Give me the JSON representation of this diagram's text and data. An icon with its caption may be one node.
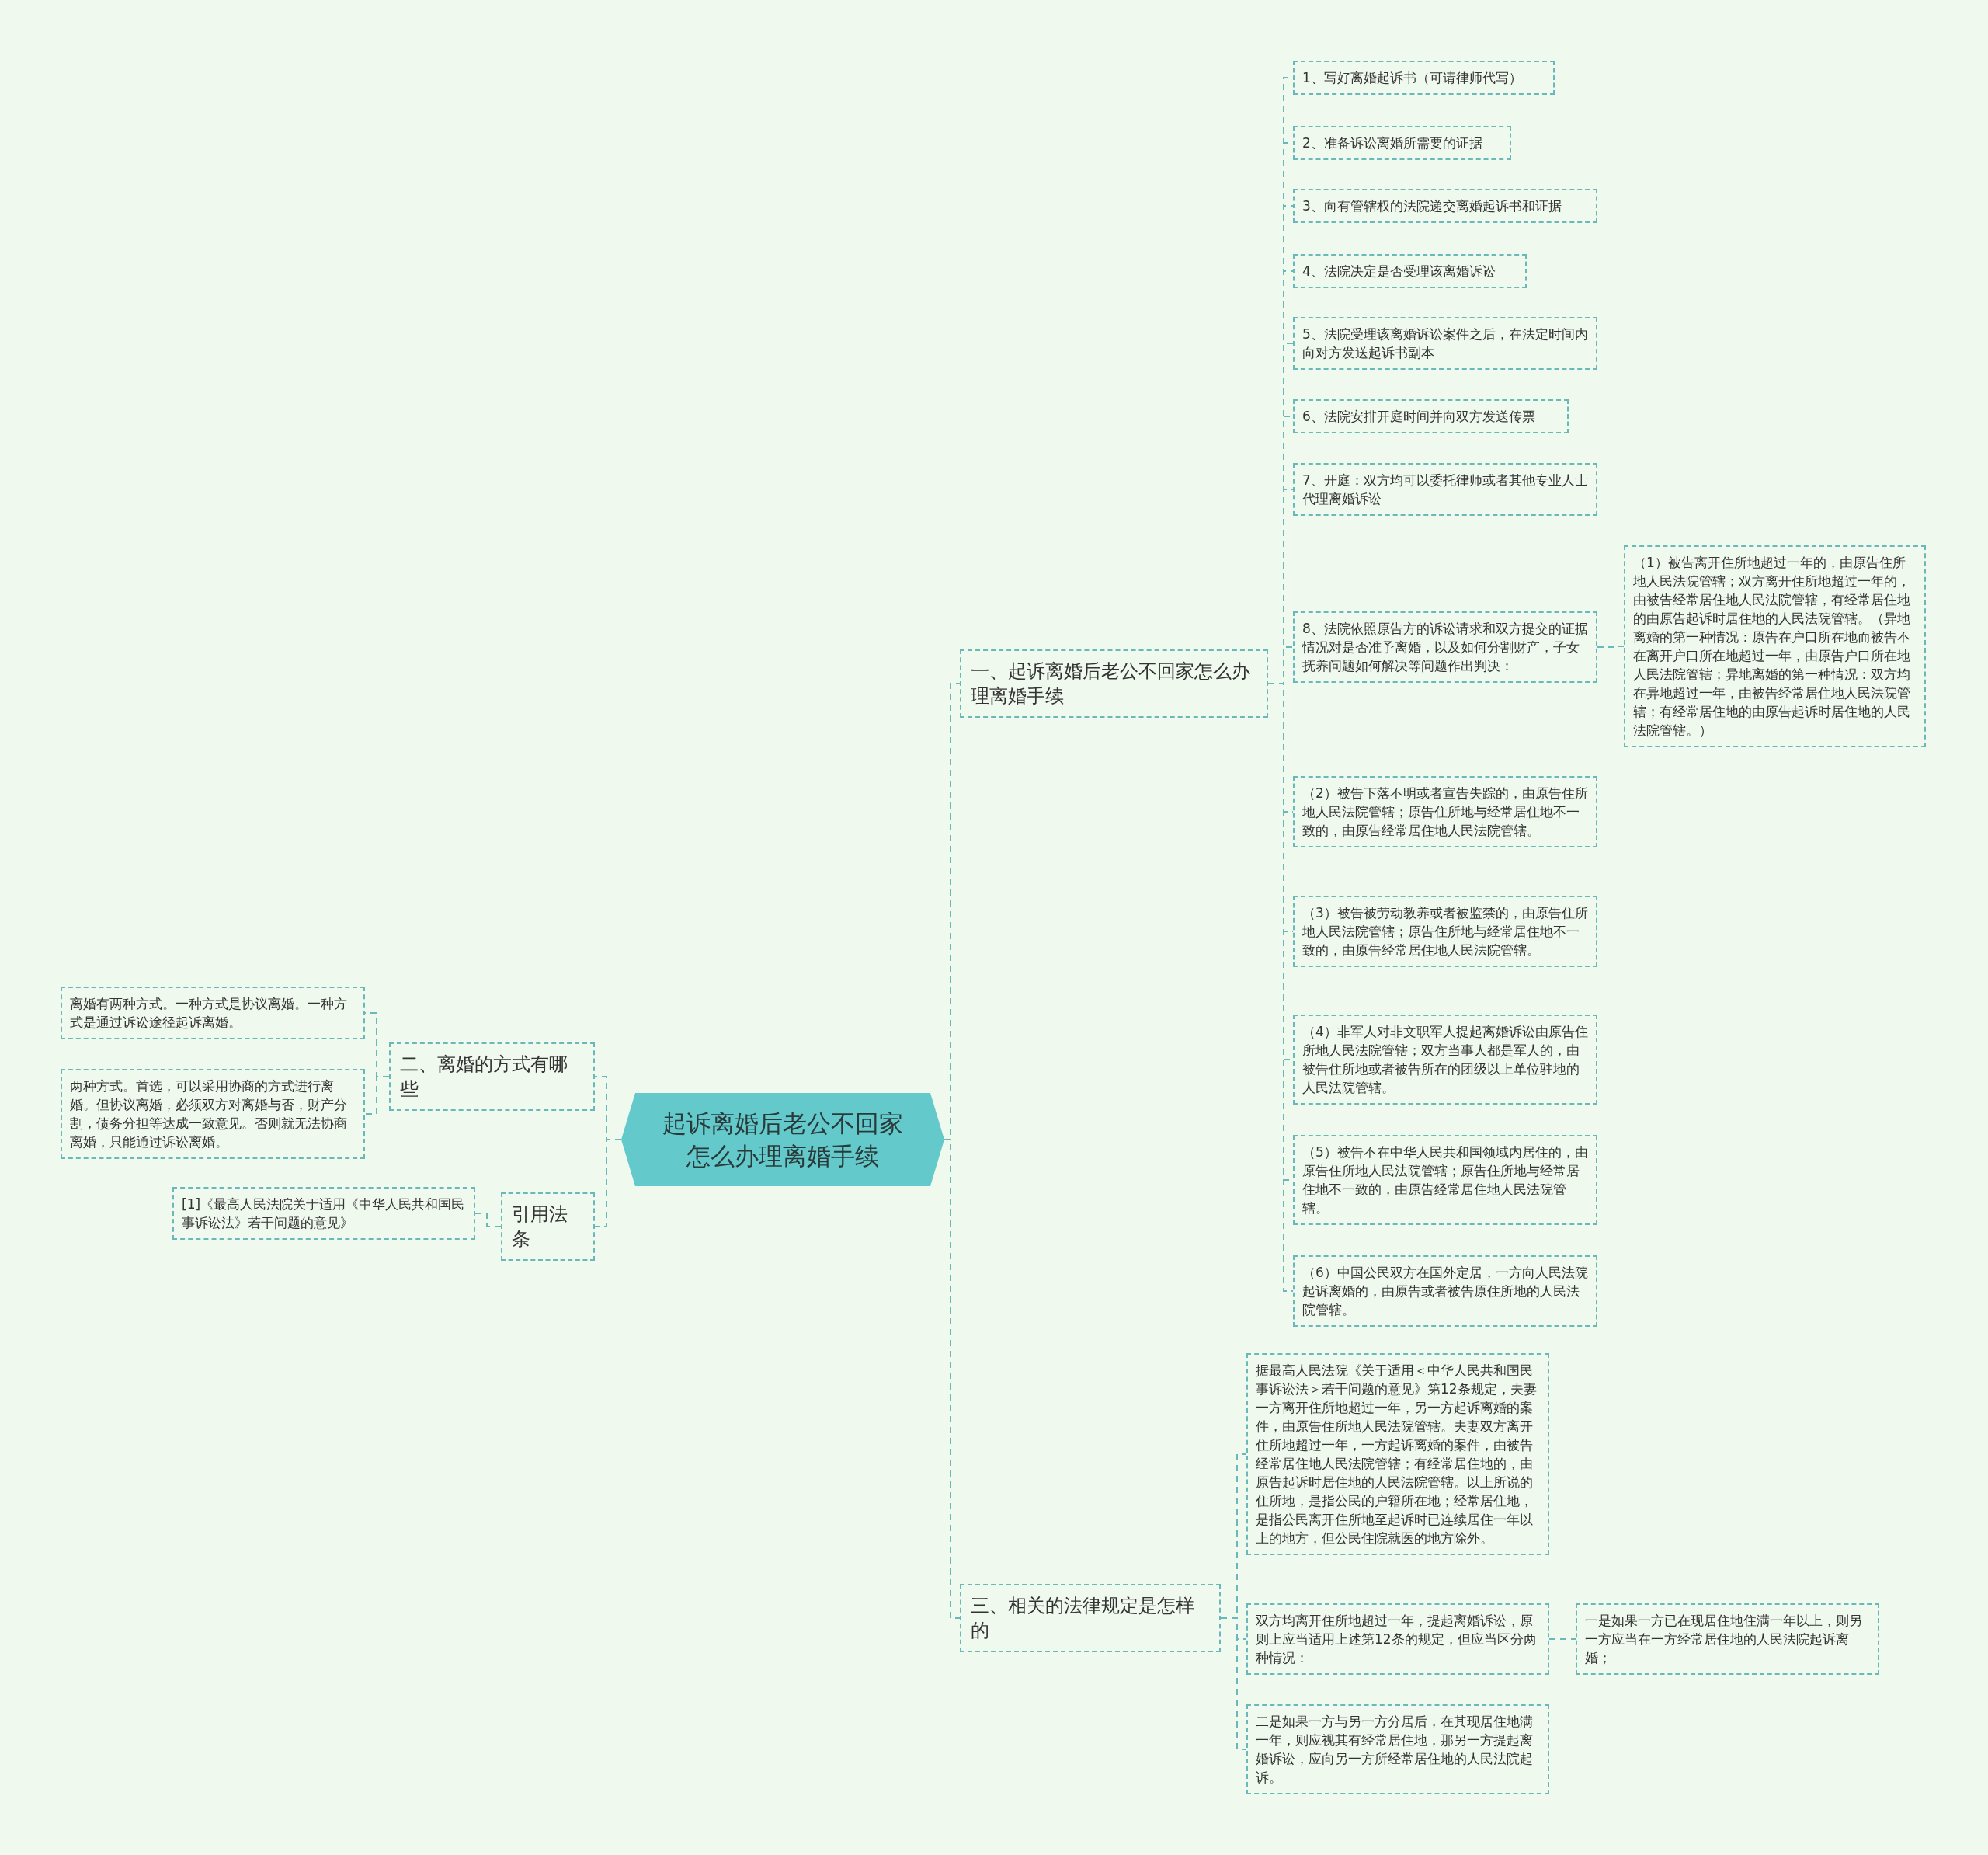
{
  "diagram": {
    "nodes": [
      {
        "text": [
          "起诉离婚后老公不回家怎么办理离婚手续"
        ]
      },
      {
        "text": [
          "一、起诉离婚后老公不回家怎么办理离婚手续"
        ]
      },
      {
        "text": [
          "1、写好离婚起诉书（可请律师代写）"
        ]
      },
      {
        "text": [
          "2、准备诉讼离婚所需要的证据"
        ]
      },
      {
        "text": [
          "3、向有管辖权的法院递交离婚起诉书和证据"
        ]
      },
      {
        "text": [
          "4、法院决定是否受理该离婚诉讼"
        ]
      },
      {
        "text": [
          "5、法院受理该离婚诉讼案件之后，在法定时间内向对方发送起诉书副本"
        ]
      },
      {
        "text": [
          "6、法院安排开庭时间并向双方发送传票"
        ]
      },
      {
        "text": [
          "7、开庭：双方均可以委托律师或者其他专业人士代理离婚诉讼"
        ]
      },
      {
        "text": [
          "8、法院依照原告方的诉讼请求和双方提交的证据情况对是否准予离婚，以及如何分割财产，子女抚养问题如何解决等问题作出判决："
        ]
      },
      {
        "text": [
          "（1）被告离开住所地超过一年的，由原告住所地人民法院管辖；双方离开住所地超过一年的，由被告经常居住地人民法院管辖，有经常居住地的由原告起诉时居住地的人民法院管辖。（异地离婚的第一种情况：原告在户口所在地而被告不在离开户口所在地超过一年，由原告户口所在地人民法院管辖；异地离婚的第一种情况：双方均在异地超过一年，由被告经常居住地人民法院管辖；有经常居住地的由原告起诉时居住地的人民法院管辖。）"
        ]
      },
      {
        "text": [
          "（2）被告下落不明或者宣告失踪的，由原告住所地人民法院管辖；原告住所地与经常居住地不一致的，由原告经常居住地人民法院管辖。"
        ]
      },
      {
        "text": [
          "（3）被告被劳动教养或者被监禁的，由原告住所地人民法院管辖；原告住所地与经常居住地不一致的，由原告经常居住地人民法院管辖。"
        ]
      },
      {
        "text": [
          "（4）非军人对非文职军人提起离婚诉讼由原告住所地人民法院管辖；双方当事人都是军人的，由被告住所地或者被告所在的团级以上单位驻地的人民法院管辖。"
        ]
      },
      {
        "text": [
          "（5）被告不在中华人民共和国领域内居住的，由原告住所地人民法院管辖；原告住所地与经常居住地不一致的，由原告经常居住地人民法院管辖。"
        ]
      },
      {
        "text": [
          "（6）中国公民双方在国外定居，一方向人民法院起诉离婚的，由原告或者被告原住所地的人民法院管辖。"
        ]
      },
      {
        "text": [
          "二、离婚的方式有哪些"
        ]
      },
      {
        "text": [
          "离婚有两种方式。一种方式是协议离婚。一种方式是通过诉讼途径起诉离婚。"
        ]
      },
      {
        "text": [
          "两种方式。首选，可以采用协商的方式进行离婚。但协议离婚，必须双方对离婚与否，财产分割，债务分担等达成一致意见。否则就无法协商离婚，只能通过诉讼离婚。"
        ]
      },
      {
        "text": [
          "引用法条"
        ]
      },
      {
        "text": [
          "[1]《最高人民法院关于适用《中华人民共和国民事诉讼法》若干问题的意见》"
        ]
      },
      {
        "text": [
          "三、相关的法律规定是怎样的"
        ]
      },
      {
        "text": [
          "据最高人民法院《关于适用＜中华人民共和国民事诉讼法＞若干问题的意见》第12条规定，夫妻一方离开住所地超过一年，另一方起诉离婚的案件，由原告住所地人民法院管辖。夫妻双方离开住所地超过一年，一方起诉离婚的案件，由被告经常居住地人民法院管辖；有经常居住地的，由原告起诉时居住地的人民法院管辖。以上所说的住所地，是指公民的户籍所在地；经常居住地，是指公民离开住所地至起诉时已连续居住一年以上的地方，但公民住院就医的地方除外。"
        ]
      },
      {
        "text": [
          "双方均离开住所地超过一年，提起离婚诉讼，原则上应当适用上述第12条的规定，但应当区分两种情况："
        ]
      },
      {
        "text": [
          "一是如果一方已在现居住地住满一年以上，则另一方应当在一方经常居住地的人民法院起诉离婚；"
        ]
      },
      {
        "text": [
          "二是如果一方与另一方分居后，在其现居住地满一年，则应视其有经常居住地，那另一方提起离婚诉讼，应向另一方所经常居住地的人民法院起诉。"
        ]
      }
    ],
    "edges": [
      {
        "from": 0,
        "to": 1,
        "arrow": "none"
      },
      {
        "from": 1,
        "to": 2,
        "arrow": "none"
      },
      {
        "from": 1,
        "to": 3,
        "arrow": "none"
      },
      {
        "from": 1,
        "to": 4,
        "arrow": "none"
      },
      {
        "from": 1,
        "to": 5,
        "arrow": "none"
      },
      {
        "from": 1,
        "to": 6,
        "arrow": "none"
      },
      {
        "from": 1,
        "to": 7,
        "arrow": "none"
      },
      {
        "from": 1,
        "to": 8,
        "arrow": "none"
      },
      {
        "from": 1,
        "to": 9,
        "arrow": "none"
      },
      {
        "from": 9,
        "to": 10,
        "arrow": "none"
      },
      {
        "from": 1,
        "to": 11,
        "arrow": "none"
      },
      {
        "from": 1,
        "to": 12,
        "arrow": "none"
      },
      {
        "from": 1,
        "to": 13,
        "arrow": "none"
      },
      {
        "from": 1,
        "to": 14,
        "arrow": "none"
      },
      {
        "from": 1,
        "to": 15,
        "arrow": "none"
      },
      {
        "from": 0,
        "to": 16,
        "arrow": "none"
      },
      {
        "from": 16,
        "to": 17,
        "arrow": "none"
      },
      {
        "from": 16,
        "to": 18,
        "arrow": "none"
      },
      {
        "from": 0,
        "to": 19,
        "arrow": "none"
      },
      {
        "from": 19,
        "to": 20,
        "arrow": "none"
      },
      {
        "from": 0,
        "to": 21,
        "arrow": "none"
      },
      {
        "from": 21,
        "to": 22,
        "arrow": "none"
      },
      {
        "from": 21,
        "to": 23,
        "arrow": "none"
      },
      {
        "from": 23,
        "to": 24,
        "arrow": "none"
      },
      {
        "from": 21,
        "to": 25,
        "arrow": "none"
      }
    ]
  }
}
